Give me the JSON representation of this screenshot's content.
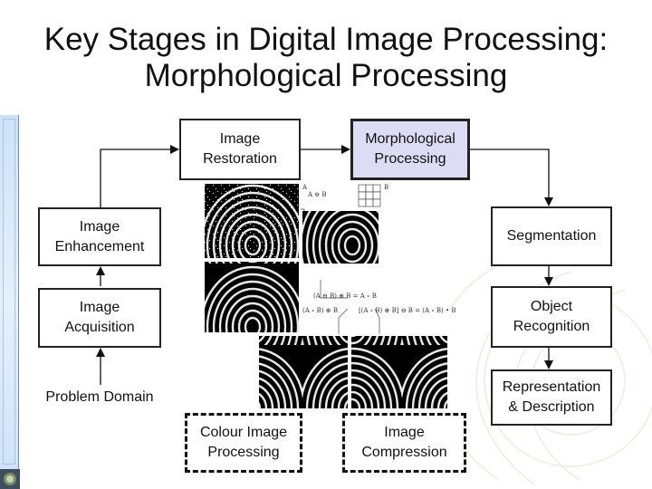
{
  "title": {
    "line1": "Key Stages in Digital Image Processing:",
    "line2": "Morphological Processing"
  },
  "boxes": {
    "image_restoration": "Image\nRestoration",
    "morphological_processing": "Morphological\nProcessing",
    "image_enhancement": "Image\nEnhancement",
    "segmentation": "Segmentation",
    "image_acquisition": "Image\nAcquisition",
    "object_recognition": "Object\nRecognition",
    "representation_description": "Representation\n& Description",
    "colour_image_processing": "Colour Image\nProcessing",
    "image_compression": "Image\nCompression"
  },
  "labels": {
    "problem_domain": "Problem Domain"
  },
  "collage": {
    "eq_top_a": "A",
    "eq_top_ab": "A ⊖ B",
    "eq_top_b": "B",
    "eq_mid_left": "(A ⊖ B) ⊕ B = A ∘ B",
    "eq_low_left": "(A ∘ B) ⊕ B",
    "eq_low_right": "[(A ∘ B) ⊕ B] ⊖ B = (A ∘ B) • B"
  },
  "colors": {
    "highlight_fill": "#dcdcf5",
    "left_strip": "#cfe1f7",
    "border": "#222222"
  }
}
